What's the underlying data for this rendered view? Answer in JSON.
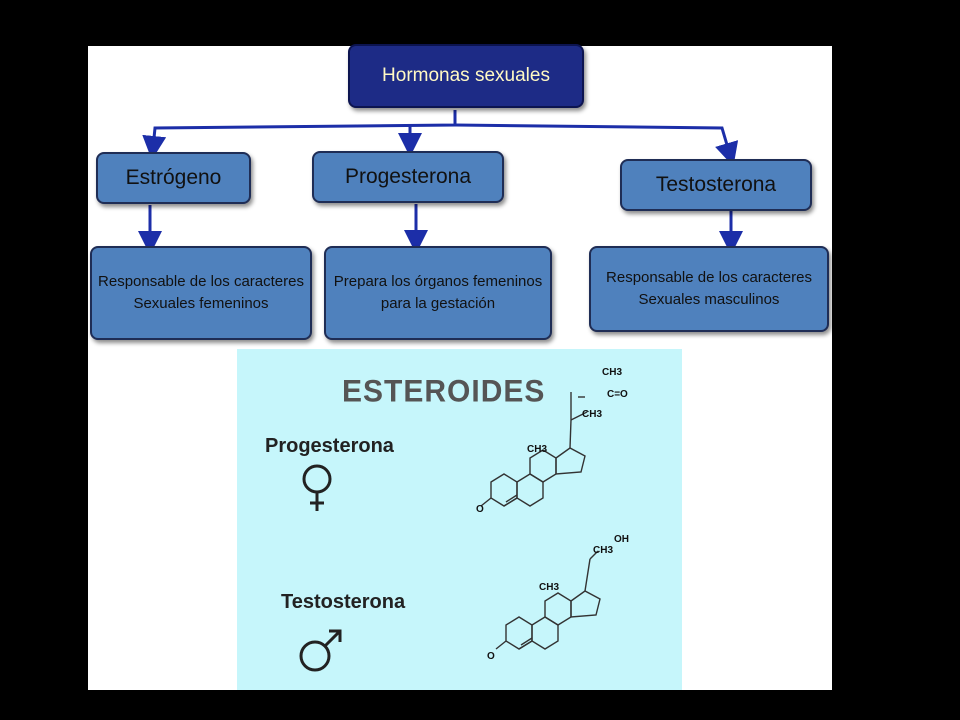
{
  "diagram": {
    "root": "Hormonas sexuales",
    "hormones": [
      {
        "name": "Estrógeno",
        "description_line1": "Responsable de los caracteres",
        "description_line2": "Sexuales femeninos"
      },
      {
        "name": "Progesterona",
        "description_line1": "Prepara los órganos femeninos",
        "description_line2": "para la gestación"
      },
      {
        "name": "Testosterona",
        "description_line1": "Responsable de los caracteres",
        "description_line2": "Sexuales masculinos"
      }
    ]
  },
  "steroids": {
    "title": "ESTEROIDES",
    "items": [
      {
        "name": "Progesterona",
        "symbol_icon": "female-symbol-icon",
        "labels": {
          "ch3_acetyl": "CH3",
          "carbonyl": "C=O",
          "ch3_c13": "CH3",
          "ch3_c10": "CH3",
          "oxo": "O"
        }
      },
      {
        "name": "Testosterona",
        "symbol_icon": "male-symbol-icon",
        "labels": {
          "oh": "OH",
          "ch3_c13": "CH3",
          "ch3_c10": "CH3",
          "oxo": "O"
        }
      }
    ]
  },
  "colors": {
    "background": "#000000",
    "box_fill": "#4f81bd",
    "root_fill": "#1d2b86",
    "arrow": "#1c2ea8",
    "panel": "#c6f6fb"
  }
}
